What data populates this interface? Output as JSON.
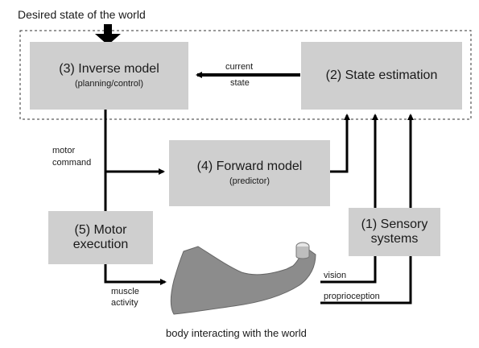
{
  "title": "Desired state of the world",
  "boxes": {
    "inverse": {
      "main": "(3) Inverse model",
      "sub": "(planning/control)"
    },
    "state": {
      "main": "(2) State estimation"
    },
    "forward": {
      "main": "(4) Forward model",
      "sub": "(predictor)"
    },
    "motor": {
      "main": "(5) Motor",
      "main2": "execution"
    },
    "sensory": {
      "main": "(1) Sensory",
      "main2": "systems"
    }
  },
  "labels": {
    "current": "current",
    "state": "state",
    "motor": "motor",
    "command": "command",
    "muscle": "muscle",
    "activity": "activity",
    "vision": "vision",
    "proprioception": "proprioception",
    "caption": "body interacting with the world"
  },
  "colors": {
    "box": "#cfcfcf",
    "arm": "#8c8c8c",
    "line": "#000000"
  }
}
